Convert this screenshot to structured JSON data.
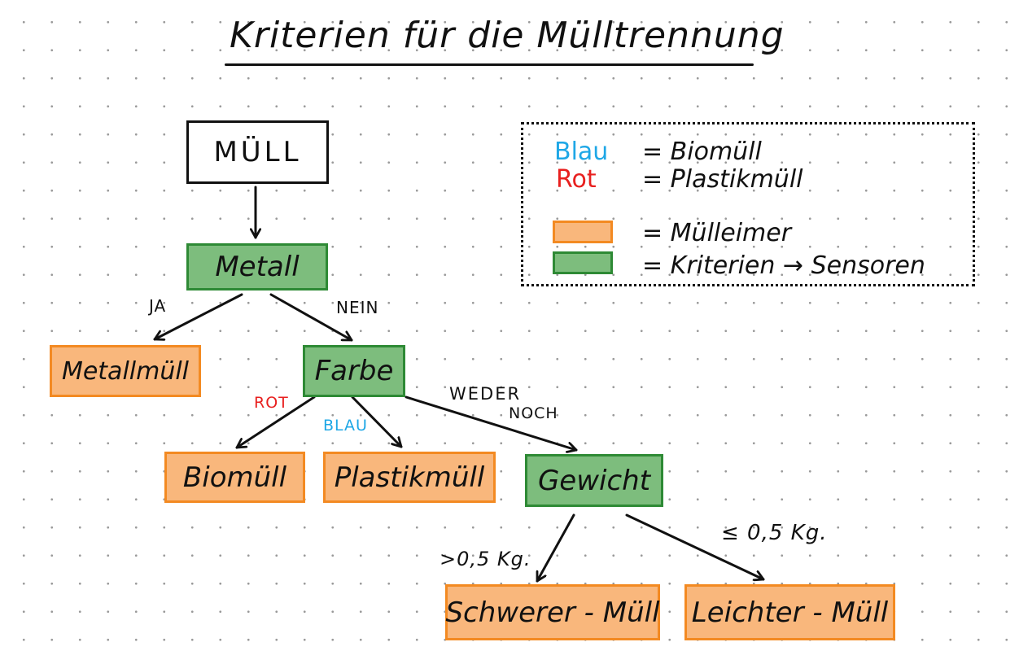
{
  "title": "Kriterien für die Mülltrennung",
  "nodes": {
    "root": "MÜLL",
    "metall": "Metall",
    "metallmuell": "Metallmüll",
    "farbe": "Farbe",
    "biomuell": "Biomüll",
    "plastikmuell": "Plastikmüll",
    "gewicht": "Gewicht",
    "schwer": "Schwerer - Müll",
    "leicht": "Leichter - Müll"
  },
  "edge_labels": {
    "ja": "JA",
    "nein": "NEIN",
    "rot": "ROT",
    "blau": "BLAU",
    "weder": "WEDER",
    "noch": "NOCH",
    "gt": ">0,5 Kg.",
    "le": "≤ 0,5 Kg."
  },
  "legend": {
    "blau_key": "Blau",
    "blau_value": "= Biomüll",
    "rot_key": "Rot",
    "rot_value": "= Plastikmüll",
    "bin_value": "= Mülleimer",
    "crit_value": "= Kriterien → Sensoren"
  },
  "colors": {
    "bin_fill": "#f9b77c",
    "bin_border": "#f38a22",
    "criterion_fill": "#7dbd7d",
    "criterion_border": "#2e8a35",
    "red": "#e8201f",
    "blue": "#1ea7e6"
  }
}
